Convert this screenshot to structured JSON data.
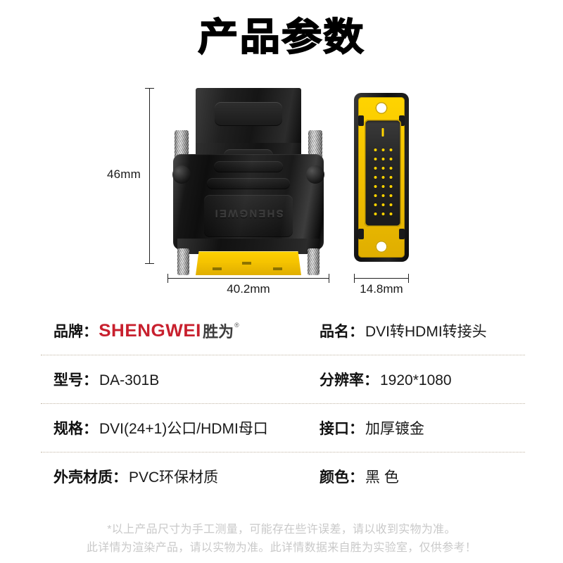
{
  "header": {
    "title": "产品参数"
  },
  "product_image": {
    "brand_emboss": "SHENGWEI",
    "dimensions": {
      "height_label": "46mm",
      "width_label": "40.2mm",
      "depth_label": "14.8mm"
    },
    "connector": {
      "pin_rows": 8,
      "pin_cols": 3,
      "pin_count": 24,
      "blade_pin": true
    },
    "colors": {
      "body_black": "#161616",
      "connector_gold": "#f2c000",
      "screw_silver": "#d8d8d8"
    }
  },
  "specs": {
    "rows": [
      {
        "left": {
          "label": "品牌：",
          "value": "",
          "is_logo": true
        },
        "right": {
          "label": "品名：",
          "value": "DVI转HDMI转接头"
        }
      },
      {
        "left": {
          "label": "型号：",
          "value": "DA-301B"
        },
        "right": {
          "label": "分辨率：",
          "value": "1920*1080"
        }
      },
      {
        "left": {
          "label": "规格：",
          "value": "DVI(24+1)公口/HDMI母口"
        },
        "right": {
          "label": "接口：",
          "value": "加厚镀金"
        }
      },
      {
        "left": {
          "label": "外壳材质：",
          "value": "PVC环保材质"
        },
        "right": {
          "label": "颜色：",
          "value": "黑 色"
        }
      }
    ]
  },
  "brand_logo": {
    "english": "SHENGWEI",
    "chinese": "胜为",
    "registered_mark": "®",
    "color_en": "#c8202e",
    "color_cn": "#3d3d3d"
  },
  "footer": {
    "line1": "*以上产品尺寸为手工测量，可能存在些许误差，请以收到实物为准。",
    "line2": "此详情为渲染产品，请以实物为准。此详情数据来自胜为实验室，仅供参考！"
  }
}
